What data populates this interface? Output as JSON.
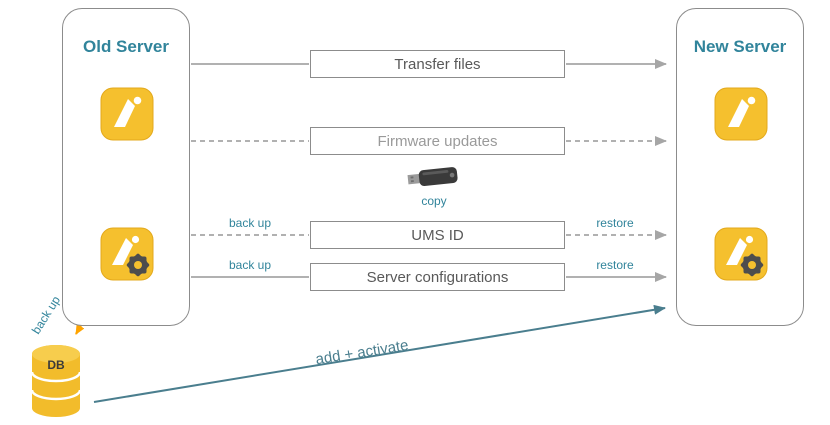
{
  "colors": {
    "teal": "#31849B",
    "migration_teal": "#4A7E8E",
    "line_gray": "#A6A6A6",
    "border_gray": "#8C8C8C",
    "text_gray": "#595959",
    "muted_gray": "#9A9A9A",
    "orange": "#FFA400",
    "icon_yellow": "#F5C02E",
    "gear_gray": "#4D4D4D"
  },
  "old_server": {
    "title": "Old Server"
  },
  "new_server": {
    "title": "New Server"
  },
  "flows": [
    {
      "label": "Transfer files",
      "line_style": "solid"
    },
    {
      "label": "Firmware updates",
      "line_style": "dashed"
    },
    {
      "label": "UMS ID",
      "line_style": "dashed",
      "left_label": "back up",
      "right_label": "restore"
    },
    {
      "label": "Server configurations",
      "line_style": "solid",
      "left_label": "back up",
      "right_label": "restore"
    }
  ],
  "usb": {
    "caption": "copy"
  },
  "db": {
    "label": "DB",
    "arrow_label": "back up"
  },
  "migration": {
    "label": "add + activate"
  }
}
